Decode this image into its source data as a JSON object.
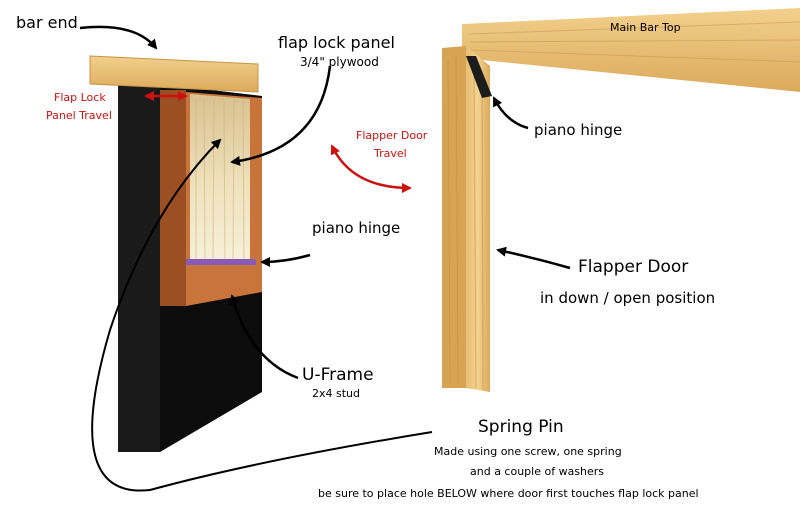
{
  "labels": {
    "bar_end": "bar end",
    "flap_lock_panel": "flap lock panel",
    "plywood": "3/4\" plywood",
    "flap_lock_travel_line1": "Flap Lock",
    "flap_lock_travel_line2": "Panel Travel",
    "flapper_travel_line1": "Flapper Door",
    "flapper_travel_line2": "Travel",
    "piano_hinge_left": "piano hinge",
    "piano_hinge_right": "piano hinge",
    "main_bar_top": "Main Bar Top",
    "flapper_door": "Flapper Door",
    "flapper_position": "in down / open position",
    "u_frame": "U-Frame",
    "stud": "2x4 stud",
    "spring_pin": "Spring Pin",
    "spring_note_1": "Made using one screw, one spring",
    "spring_note_2": "and a couple of washers",
    "spring_note_3": "be sure to place hole BELOW where door first touches flap lock panel"
  },
  "colors": {
    "wood_light": "#f0cf8a",
    "wood_mid": "#e4b566",
    "wood_dark": "#c98e3e",
    "frame_orange": "#c8743a",
    "frame_dark": "#9c4f22",
    "post_black": "#111111",
    "plywood": "#e9dcb4",
    "hinge_purple": "#8a5ab8",
    "annotation_red": "#cc1111"
  }
}
